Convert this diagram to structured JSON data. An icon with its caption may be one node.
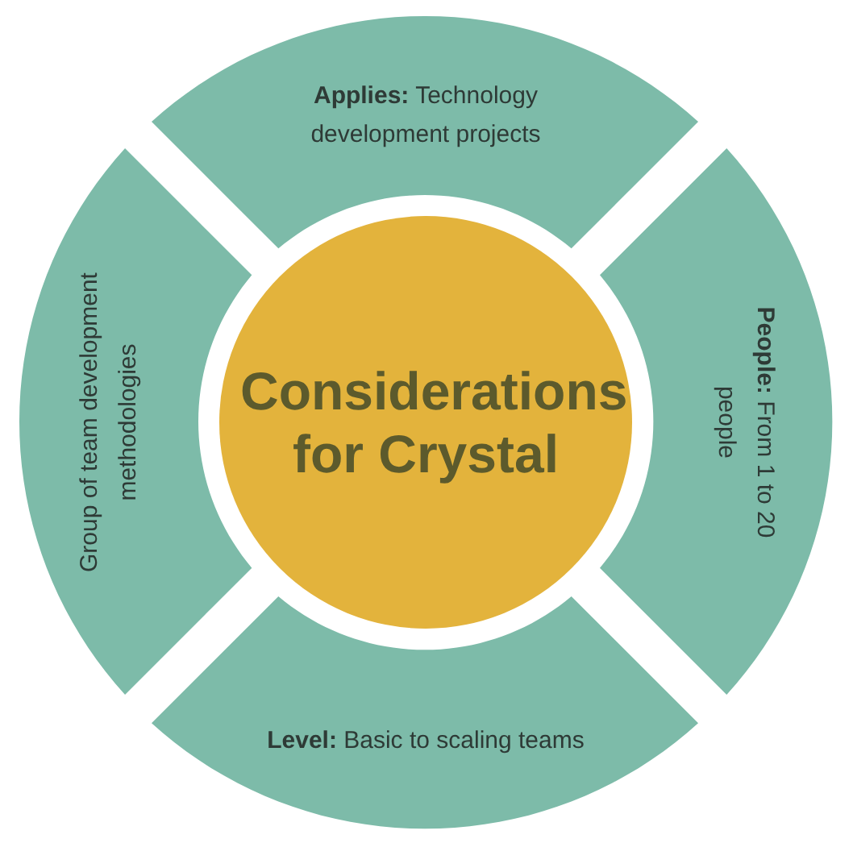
{
  "diagram": {
    "nodes": [
      {
        "text": [
          "**Applies:** Technology development projects"
        ]
      },
      {
        "text": [
          "Group of team development methodologies"
        ]
      },
      {
        "text": [
          "Considerations for Crystal"
        ]
      },
      {
        "text": [
          "**People:** From 1 to 20 people"
        ]
      },
      {
        "text": [
          "**Level:** Basic to scaling teams"
        ]
      }
    ]
  }
}
